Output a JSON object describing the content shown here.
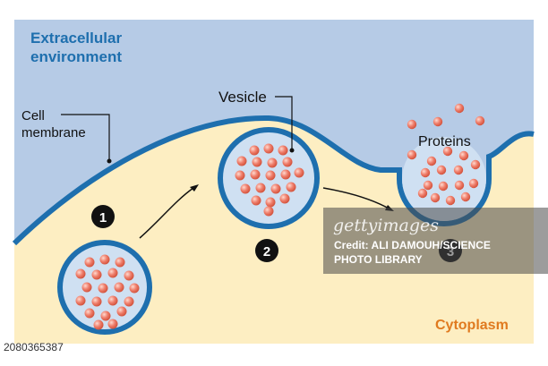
{
  "labels": {
    "extracellular_line1": "Extracellular",
    "extracellular_line2": "environment",
    "cell_membrane_line1": "Cell",
    "cell_membrane_line2": "membrane",
    "vesicle": "Vesicle",
    "proteins": "Proteins",
    "cytoplasm": "Cytoplasm"
  },
  "steps": [
    "1",
    "2",
    "3"
  ],
  "watermark": {
    "logo": "gettyimages",
    "credit_line1": "Credit: ALI DAMOUH/SCIENCE",
    "credit_line2": "PHOTO LIBRARY"
  },
  "stock_id": "2080365387",
  "colors": {
    "extracellular": "#b6cbe6",
    "cytoplasm": "#fdeec2",
    "membrane": "#1e6fae",
    "protein": "#ef7e6b",
    "label_blue": "#1e6fae",
    "label_orange": "#e07a1f"
  }
}
